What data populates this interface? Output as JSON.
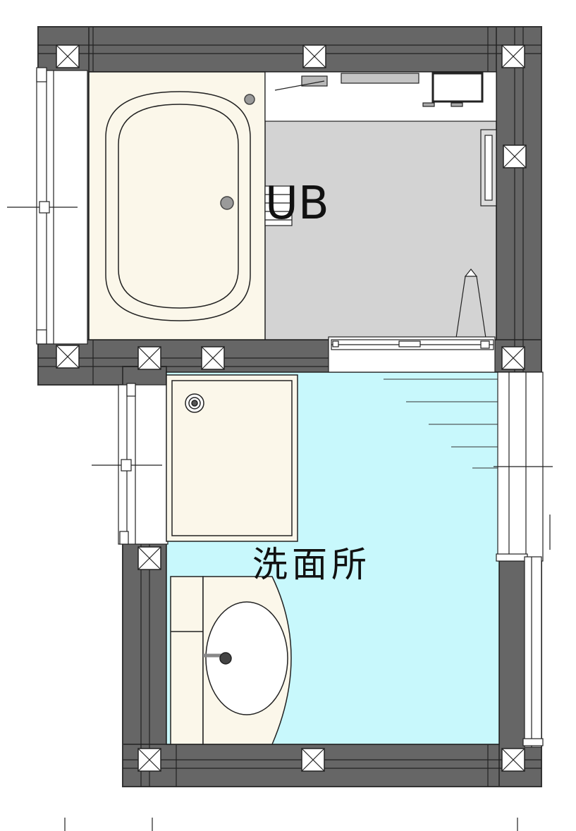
{
  "rooms": {
    "bathroom": {
      "label": "UB",
      "fill": "#d3d3d3"
    },
    "washroom": {
      "label": "洗面所",
      "fill": "#c8f8fc"
    }
  },
  "colors": {
    "wall": "#666666",
    "wall_outline": "#333333",
    "fixture_fill": "#fbf7ea",
    "line": "#222222",
    "column": "#ffffff"
  },
  "icons": {
    "column": "crossed-square-column",
    "window": "sliding-window",
    "drain": "floor-drain"
  }
}
